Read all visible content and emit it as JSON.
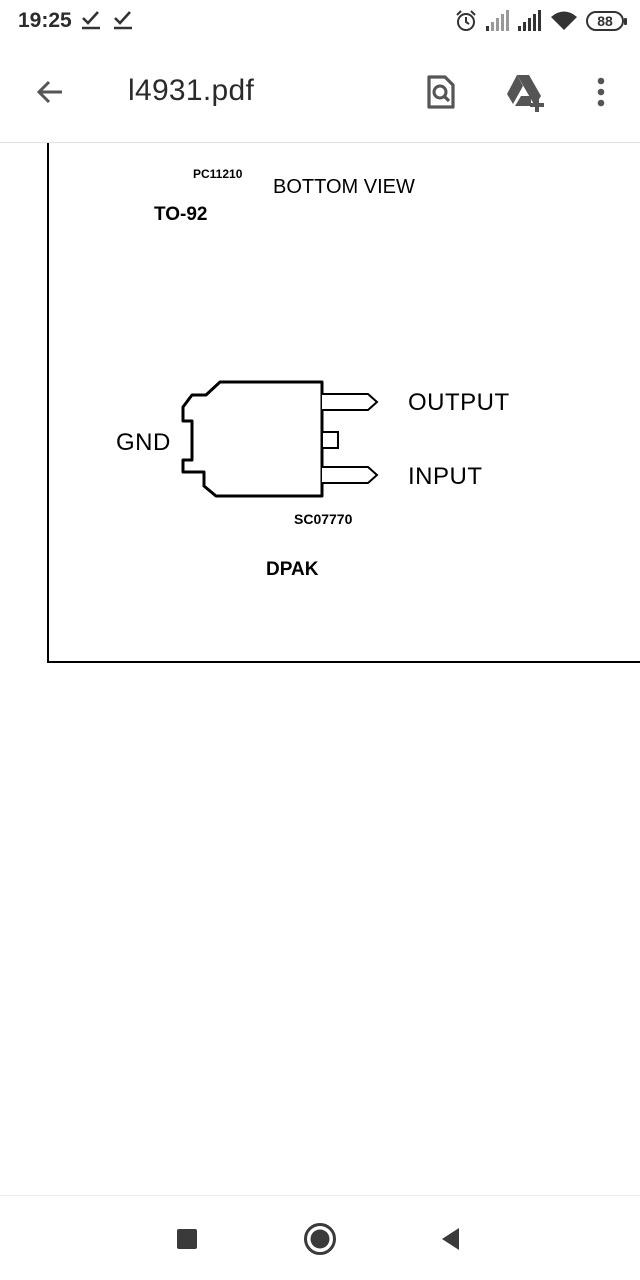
{
  "status_bar": {
    "time": "19:25",
    "battery_level": "88",
    "icons": [
      "check-icon",
      "check-icon",
      "alarm-icon",
      "signal-icon",
      "signal-icon",
      "wifi-icon",
      "battery-icon"
    ]
  },
  "app_bar": {
    "title": "l4931.pdf",
    "icons": [
      "back-arrow-icon",
      "find-in-document-icon",
      "add-to-drive-icon",
      "more-vert-icon"
    ]
  },
  "document": {
    "to92_code": "PC11210",
    "to92_view": "BOTTOM VIEW",
    "to92_package": "TO-92",
    "gnd_label": "GND",
    "output_label": "OUTPUT",
    "input_label": "INPUT",
    "dpak_code": "SC07770",
    "dpak_package": "DPAK"
  },
  "nav_bar": {
    "icons": [
      "recents-square-icon",
      "home-circle-icon",
      "back-triangle-icon"
    ]
  },
  "colors": {
    "text": "#2a2a2a",
    "icon": "#555555",
    "drawing": "#000000",
    "background": "#ffffff"
  }
}
